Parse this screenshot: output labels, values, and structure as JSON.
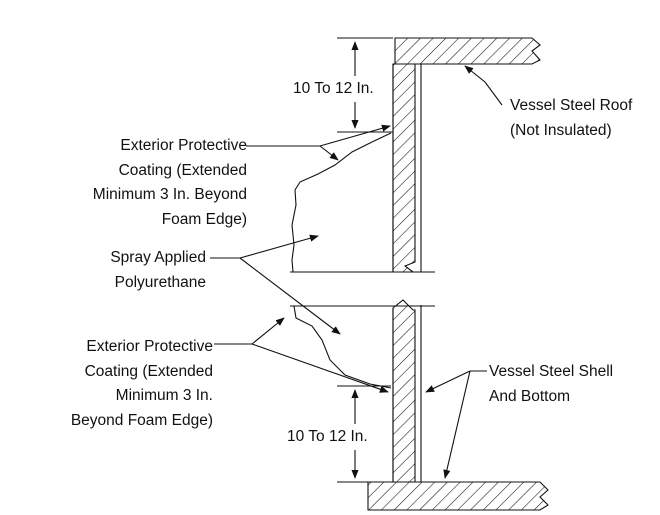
{
  "labels": {
    "dim_top": "10 To 12 In.",
    "dim_bottom": "10 To 12 In.",
    "roof": [
      "Vessel Steel Roof",
      "(Not Insulated)"
    ],
    "coating_top": [
      "Exterior Protective",
      "Coating (Extended",
      "Minimum 3 In. Beyond",
      "Foam Edge)"
    ],
    "foam": [
      "Spray Applied",
      "Polyurethane"
    ],
    "coating_bottom": [
      "Exterior Protective",
      "Coating (Extended",
      "Minimum 3 In.",
      "Beyond Foam Edge)"
    ],
    "shell": [
      "Vessel Steel Shell",
      "And Bottom"
    ]
  },
  "colors": {
    "line": "#111111",
    "background": "#ffffff"
  }
}
